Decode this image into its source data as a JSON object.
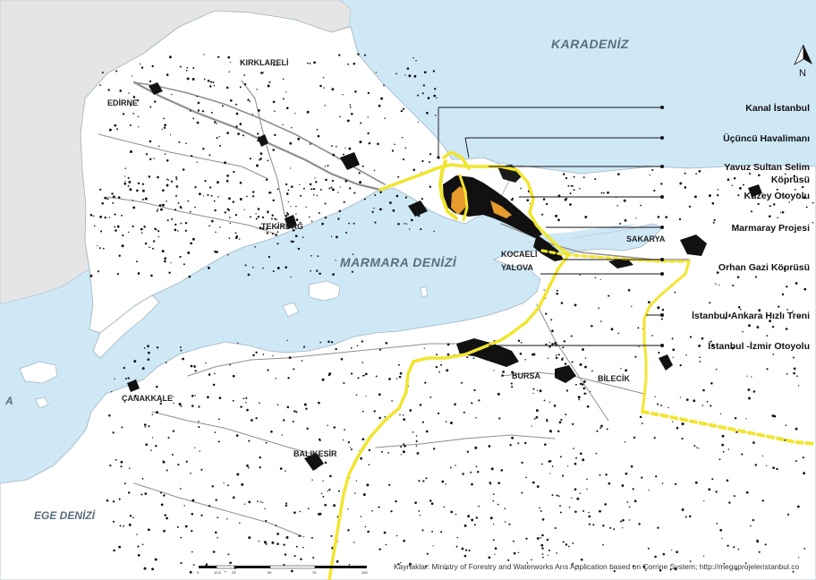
{
  "seas": {
    "black_sea": "KARADENİZ",
    "marmara": "MARMARA DENİZİ",
    "aegean": "EGE DENİZİ",
    "edge_a": "A"
  },
  "north_arrow": "N",
  "cities": [
    {
      "id": "kirklareli",
      "name": "KIRKLARELİ"
    },
    {
      "id": "edirne",
      "name": "EDİRNE"
    },
    {
      "id": "tekirdag",
      "name": "TEKİRDAĞ"
    },
    {
      "id": "kocaeli",
      "name": "KOCAELİ"
    },
    {
      "id": "yalova",
      "name": "YALOVA"
    },
    {
      "id": "sakarya",
      "name": "SAKARYA"
    },
    {
      "id": "bursa",
      "name": "BURSA"
    },
    {
      "id": "bilecik",
      "name": "BİLECİK"
    },
    {
      "id": "canakkale",
      "name": "ÇANAKKALE"
    },
    {
      "id": "balikesir",
      "name": "BALIKESİR"
    }
  ],
  "projects": [
    "Kanal İstanbul",
    "Üçüncü Havalimanı",
    "Yavuz Sultan Selim",
    "Köprüsü",
    "Kuzey Otoyolu",
    "Marmaray Projesi",
    "Orhan Gazi Köprüsü",
    "İstanbul-Ankara Hızlı Treni",
    "İstanbul -İzmir Otoyolu"
  ],
  "source": "Kaynaklar: Ministry of Forestry and Waterworks Arıs Application  based on Corrine System; http://megaprojeleristanbul.co",
  "scale_ticks": [
    "0",
    "12,5",
    "25",
    "50",
    "75",
    "100"
  ],
  "colors": {
    "land": "#ffffff",
    "sea": "#cfe8f6",
    "outer_land": "#e6e6e6",
    "highway": "#8f8f8f",
    "project_route": "#f5e93a",
    "urban": "#111111",
    "urban_orange": "#e89a2c"
  }
}
